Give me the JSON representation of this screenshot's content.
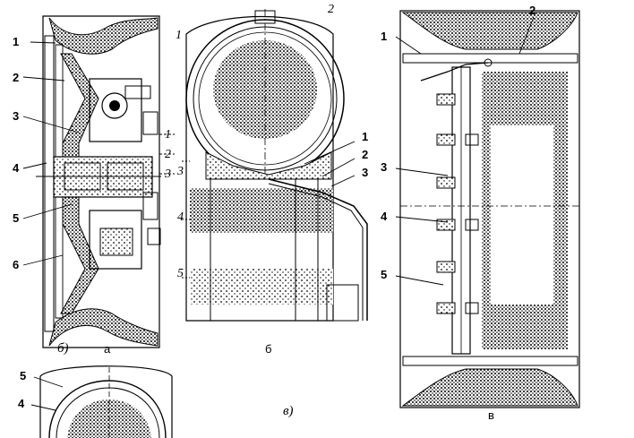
{
  "figure": {
    "panel_a": {
      "caption": "а",
      "sub_caption": "б)",
      "callouts": [
        "1",
        "2",
        "3",
        "4",
        "5",
        "6"
      ],
      "inner_callouts": [
        "1",
        "2",
        "3"
      ]
    },
    "panel_b": {
      "caption": "б",
      "top_callout": "2",
      "left_callouts": [
        "1",
        "3",
        "4",
        "5"
      ],
      "right_callouts": [
        "1",
        "2",
        "3"
      ]
    },
    "panel_c": {
      "caption": "в",
      "sub_caption": "в)",
      "callouts": [
        "1",
        "2",
        "3",
        "4",
        "5"
      ]
    },
    "panel_d": {
      "callouts": [
        "5",
        "4"
      ]
    }
  }
}
